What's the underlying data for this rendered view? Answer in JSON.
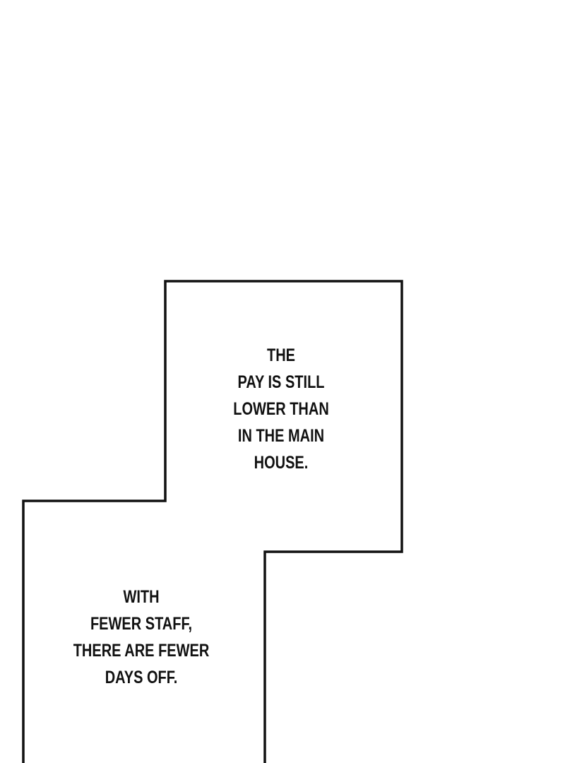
{
  "captions": [
    {
      "lines": [
        "THE",
        "PAY IS STILL",
        "LOWER THAN",
        "IN THE MAIN",
        "HOUSE."
      ]
    },
    {
      "lines": [
        "WITH",
        "FEWER STAFF,",
        "THERE ARE FEWER",
        "DAYS OFF."
      ]
    }
  ],
  "colors": {
    "border": "#111111",
    "background": "#ffffff"
  }
}
